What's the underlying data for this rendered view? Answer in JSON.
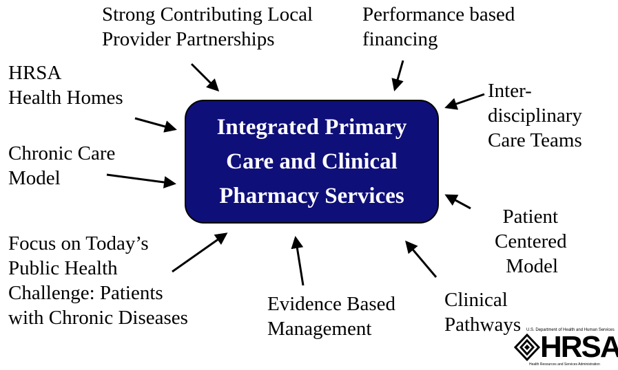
{
  "center": {
    "text": "Integrated Primary\nCare and Clinical\nPharmacy Services"
  },
  "labels": {
    "local_partnerships": "Strong Contributing Local\nProvider Partnerships",
    "performance_financing": "Performance based\nfinancing",
    "hrsa_health_homes": "HRSA\nHealth Homes",
    "interdisciplinary": "Inter-\ndisciplinary\nCare Teams",
    "chronic_care_model": "Chronic Care\nModel",
    "patient_centered": "Patient\nCentered\nModel",
    "public_health_focus": "Focus on Today’s\nPublic Health\nChallenge: Patients\nwith Chronic Diseases",
    "evidence_based": "Evidence Based\nManagement",
    "clinical_pathways": "Clinical\nPathways"
  },
  "logo": {
    "top_line": "U.S. Department of Health and Human Services",
    "word": "HRSA",
    "bottom_line": "Health Resources and Services Administration"
  },
  "colors": {
    "box_fill": "#0f0f7a",
    "box_text": "#ffffff",
    "text": "#000000"
  }
}
